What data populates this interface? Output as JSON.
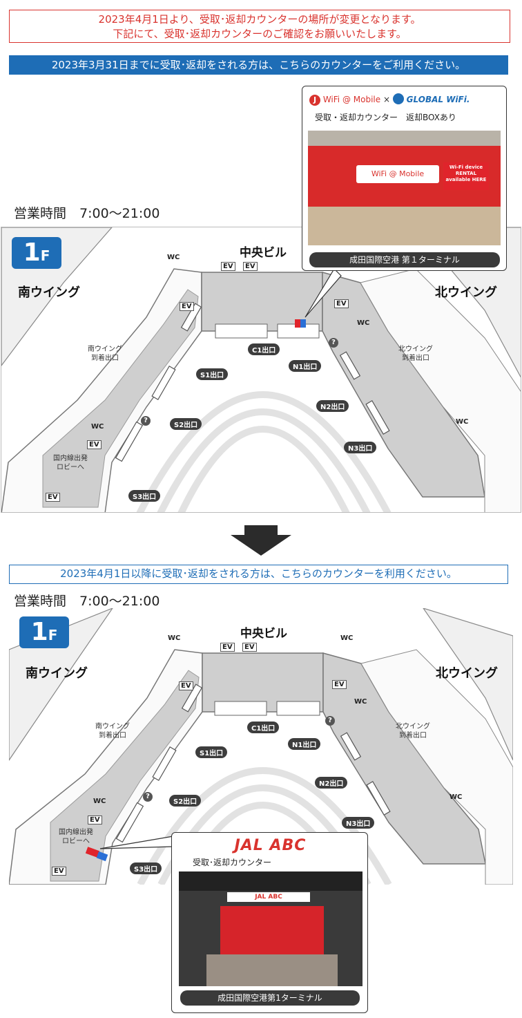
{
  "notice": {
    "line1": "2023年4月1日より、受取･返却カウンターの場所が変更となります。",
    "line2": "下記にて、受取･返却カウンターのご確認をお願いいたします。"
  },
  "before": {
    "banner": "2023年3月31日までに受取･返却をされる方は、こちらのカウンターをご利用ください。",
    "hours": "営業時間　7:00～21:00",
    "callout": {
      "brand_wifi": "WiFi @ Mobile",
      "brand_x": "×",
      "brand_global": "GLOBAL WiFi.",
      "caption": "受取・返却カウンター　返却BOXあり",
      "photo_sign1": "WiFi @ Mobile",
      "photo_sign2": "Wi-Fi device RENTAL available HERE",
      "location": "成田国際空港 第１ターミナル"
    }
  },
  "after": {
    "banner": "2023年4月1日以降に受取･返却をされる方は、こちらのカウンターを利用ください。",
    "hours": "営業時間　7:00～21:00",
    "callout": {
      "brand": "JAL ABC",
      "caption": "受取･返却カウンター",
      "photo_sign": "JAL ABC",
      "location": "成田国際空港第1ターミナル"
    }
  },
  "map": {
    "floor_number": "1",
    "floor_letter": "F",
    "south_wing": "南ウイング",
    "north_wing": "北ウイング",
    "central": "中央ビル",
    "south_arrival": "南ウイング\n到着出口",
    "north_arrival": "北ウイング\n到着出口",
    "domestic": "国内線出発\nロビーへ",
    "wc": "WC",
    "ev": "EV",
    "qmark": "?",
    "exits": {
      "c1": "C1出口",
      "n1": "N1出口",
      "n2": "N2出口",
      "n3": "N3出口",
      "s1": "S1出口",
      "s2": "S2出口",
      "s3": "S3出口"
    }
  },
  "colors": {
    "accent_blue": "#1e6db6",
    "notice_red": "#d9332e",
    "counter_red": "#e0242b",
    "counter_blue": "#2a6fd6"
  }
}
